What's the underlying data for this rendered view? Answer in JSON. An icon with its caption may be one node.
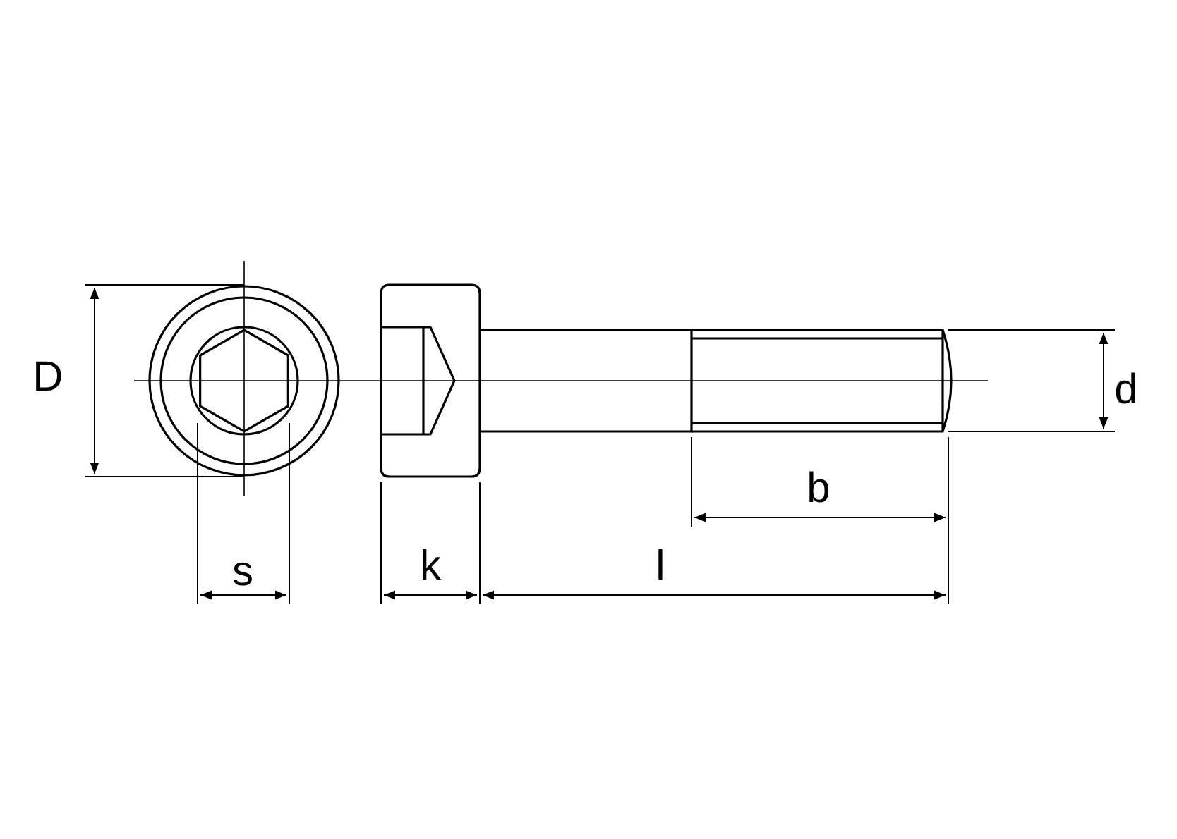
{
  "diagram": {
    "labels": [
      "D",
      "d",
      "b",
      "s",
      "k",
      "l"
    ]
  }
}
